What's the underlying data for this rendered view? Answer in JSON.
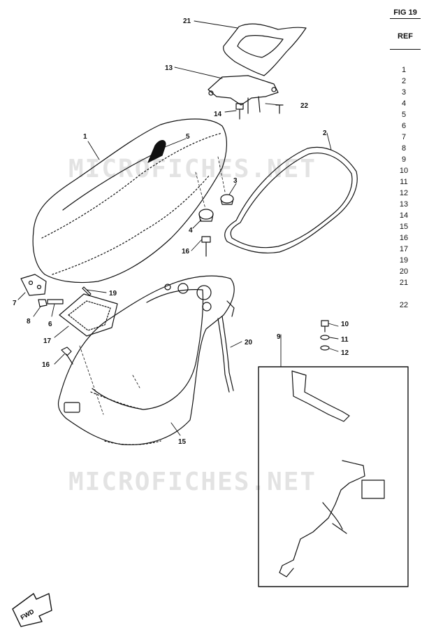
{
  "header": {
    "figure": "FIG 19",
    "ref": "REF"
  },
  "ref_column": [
    "1",
    "2",
    "3",
    "4",
    "5",
    "6",
    "7",
    "8",
    "9",
    "10",
    "11",
    "12",
    "13",
    "14",
    "15",
    "16",
    "17",
    "19",
    "20",
    "21",
    "",
    "22"
  ],
  "watermark": "MICROFICHES.NET",
  "fwd_arrow_label": "FWD",
  "callouts": {
    "c21": "21",
    "c13": "13",
    "c22": "22",
    "c14": "14",
    "c1": "1",
    "c5": "5",
    "c2": "2",
    "c3": "3",
    "c4": "4",
    "c16a": "16",
    "c7": "7",
    "c19": "19",
    "c8": "8",
    "c6": "6",
    "c17": "17",
    "c16b": "16",
    "c20": "20",
    "c15": "15",
    "c9": "9",
    "c10": "10",
    "c11": "11",
    "c12": "12"
  }
}
